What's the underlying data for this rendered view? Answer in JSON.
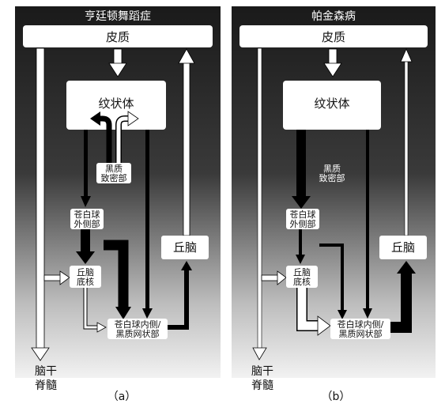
{
  "panel_a": {
    "title": "亨廷顿舞蹈症",
    "cortex": "皮质",
    "striatum": "纹状体",
    "snc": [
      "黑质",
      "致密部"
    ],
    "gpe": [
      "苍白球",
      "外侧部"
    ],
    "stn": [
      "丘脑",
      "底核"
    ],
    "thalamus": "丘脑",
    "gpi": [
      "苍白球内侧/",
      "黑质网状部"
    ],
    "brainstem": [
      "脑干",
      "脊髓"
    ],
    "caption": "（a）"
  },
  "panel_b": {
    "title": "帕金森病",
    "cortex": "皮质",
    "striatum": "纹状体",
    "snc": [
      "黑质",
      "致密部"
    ],
    "gpe": [
      "苍白球",
      "外侧部"
    ],
    "stn": [
      "丘脑",
      "底核"
    ],
    "thalamus": "丘脑",
    "gpi": [
      "苍白球内侧/",
      "黑质网状部"
    ],
    "brainstem": [
      "脑干",
      "脊髓"
    ],
    "caption": "（b）"
  },
  "colors": {
    "gradient_top": "#1a1a1a",
    "gradient_bottom": "#f2f2f2",
    "box_fill": "#ffffff",
    "arrow_dark": "#000000",
    "arrow_light": "#ffffff"
  }
}
